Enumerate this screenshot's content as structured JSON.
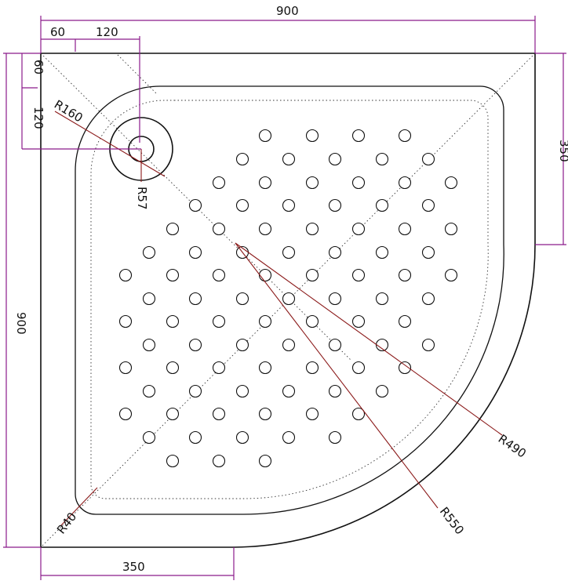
{
  "dimensions": {
    "top_total": "900",
    "top_left_a": "60",
    "top_left_b": "120",
    "left_total": "900",
    "left_top_a": "60",
    "left_top_b": "120",
    "right": "350",
    "bottom": "350"
  },
  "radii": {
    "r160": "R160",
    "r57": "R57",
    "r490": "R490",
    "r550": "R550",
    "r40": "R40"
  },
  "colors": {
    "dimension_lines": "#8b1a8b",
    "radius_lines": "#8b1a1a",
    "outline": "#111111"
  },
  "drain": {
    "icon": "drain-icon"
  }
}
